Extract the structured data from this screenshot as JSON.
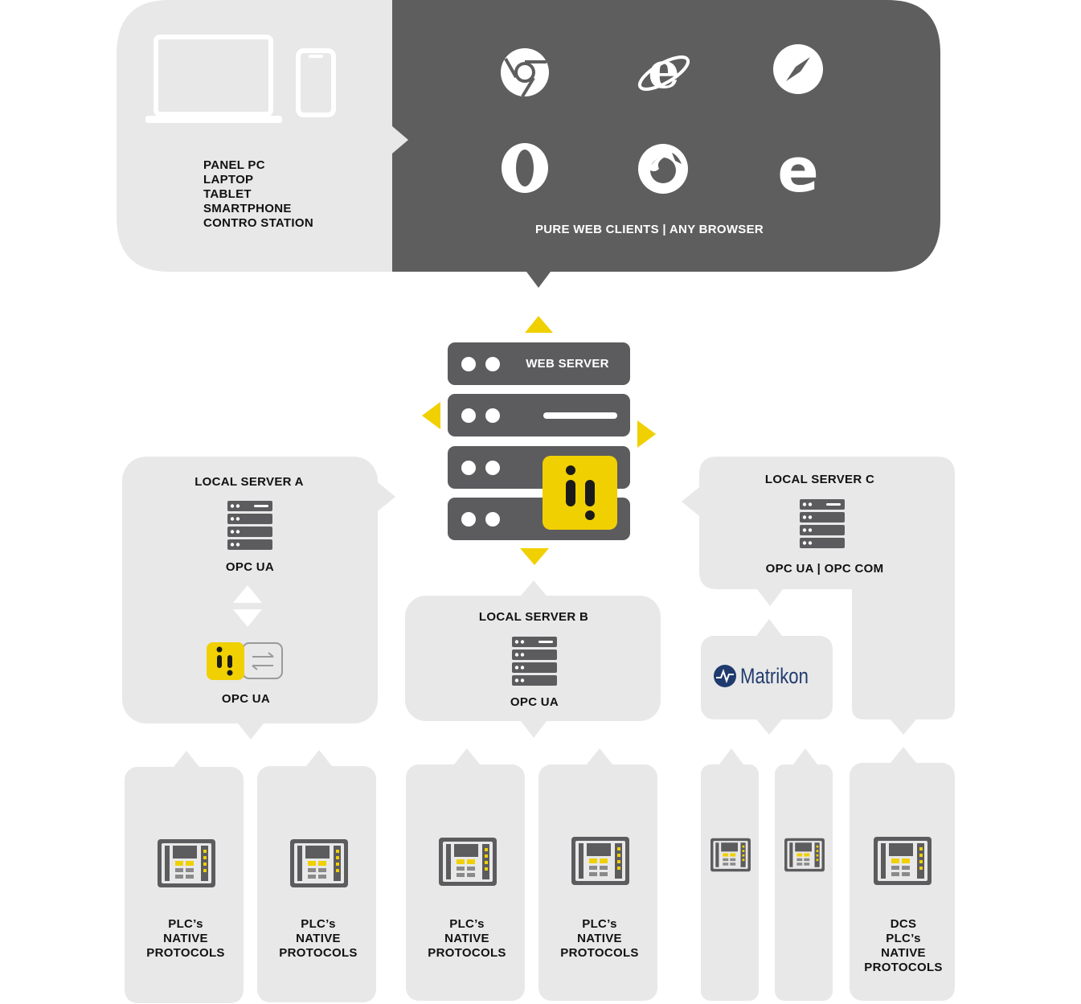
{
  "devices": {
    "lines": [
      "PANEL PC",
      "LAPTOP",
      "TABLET",
      "SMARTPHONE",
      "CONTRO STATION"
    ]
  },
  "browsers": {
    "caption": "PURE WEB CLIENTS | ANY BROWSER",
    "icons": [
      "chrome-icon",
      "internet-explorer-icon",
      "safari-icon",
      "opera-icon",
      "firefox-icon",
      "edge-icon"
    ]
  },
  "web_server": {
    "label": "WEB SERVER"
  },
  "local_server_a": {
    "title": "LOCAL SERVER A",
    "protocol": "OPC UA",
    "gateway_protocol": "OPC UA"
  },
  "local_server_b": {
    "title": "LOCAL SERVER B",
    "protocol": "OPC UA"
  },
  "local_server_c": {
    "title": "LOCAL SERVER C",
    "protocol": "OPC UA | OPC COM"
  },
  "matrikon": {
    "brand": "Matrikon"
  },
  "field_devices": [
    {
      "lines": [
        "PLC’s",
        "NATIVE",
        "PROTOCOLS"
      ]
    },
    {
      "lines": [
        "PLC’s",
        "NATIVE",
        "PROTOCOLS"
      ]
    },
    {
      "lines": [
        "PLC’s",
        "NATIVE",
        "PROTOCOLS"
      ]
    },
    {
      "lines": [
        "PLC’s",
        "NATIVE",
        "PROTOCOLS"
      ]
    },
    {
      "lines": []
    },
    {
      "lines": []
    },
    {
      "lines": [
        "DCS",
        "PLC’s",
        "NATIVE",
        "PROTOCOLS"
      ]
    }
  ],
  "colors": {
    "panel": "#e8e8e8",
    "dark": "#5e5e5e",
    "server": "#5c5b5e",
    "accent": "#f0d000",
    "text": "#111111"
  }
}
